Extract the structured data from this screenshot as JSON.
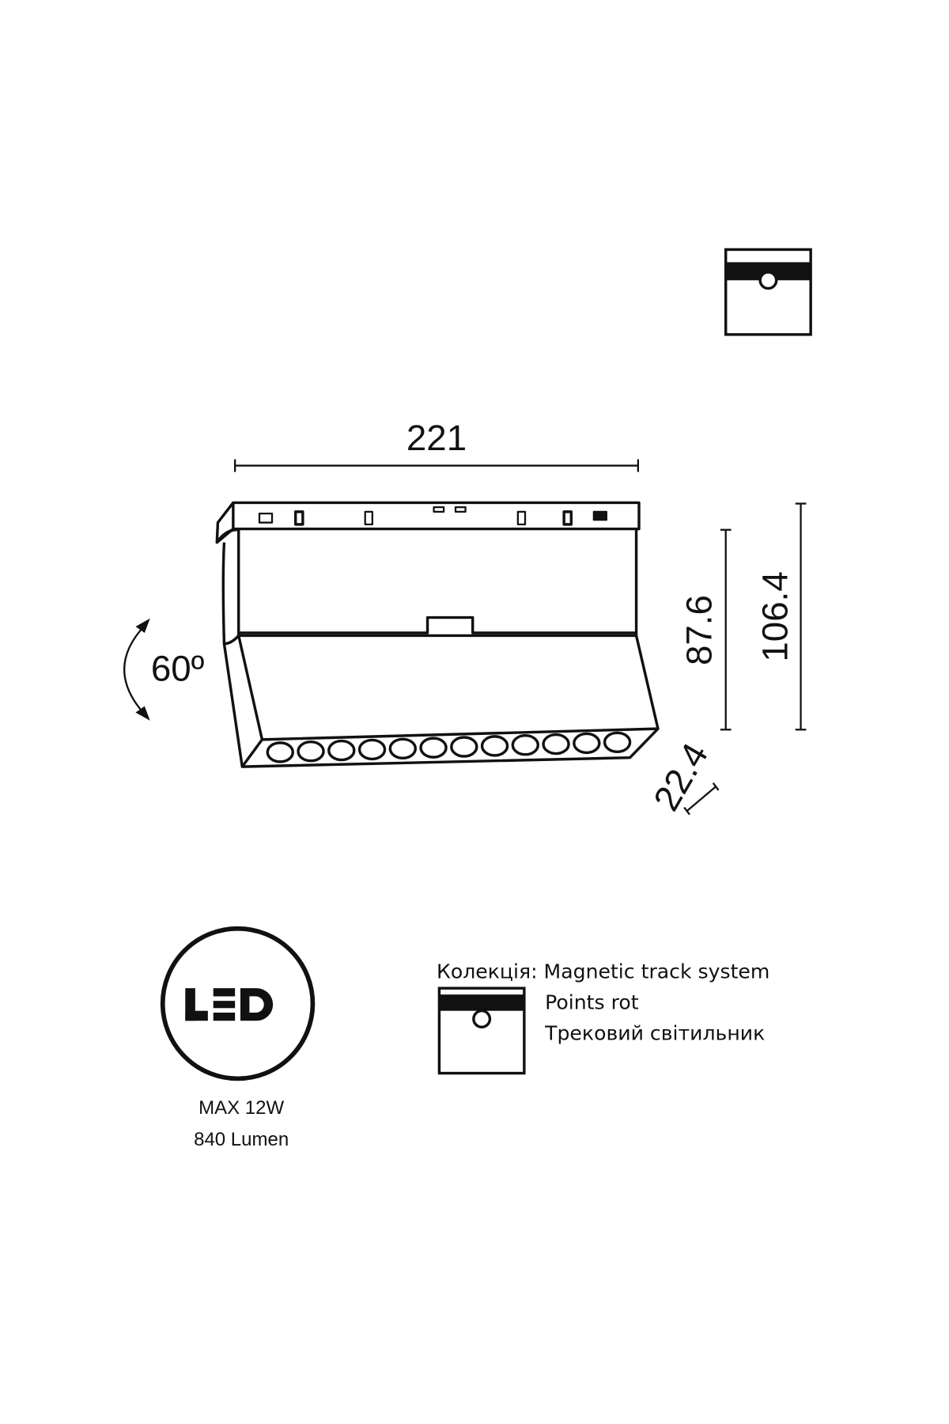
{
  "dimensions": {
    "width": "221",
    "height_body": "87.6",
    "height_total": "106.4",
    "depth": "22.4",
    "rotation_angle": "60º"
  },
  "led_badge": {
    "logo_text": "LED",
    "power": "MAX 12W",
    "luminous_flux": "840 Lumen"
  },
  "info": {
    "collection": "Колекція: Magnetic track system",
    "model": "Points rot",
    "type": "Трековий світильник"
  },
  "colors": {
    "line": "#111111",
    "background": "#ffffff"
  },
  "lens_count": 12
}
